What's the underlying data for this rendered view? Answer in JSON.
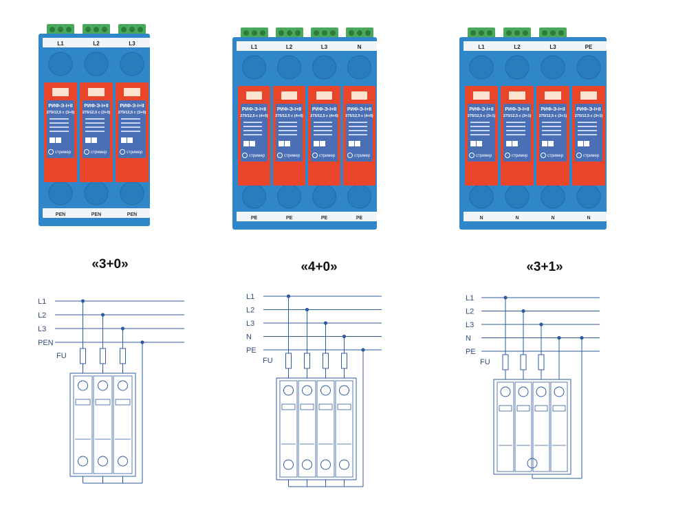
{
  "colors": {
    "body_blue": "#2f86c8",
    "module_red": "#e8452a",
    "terminal_green": "#4aa85a",
    "label_panel": "#4a6fb5",
    "schematic_line": "#2d5aa0"
  },
  "variants": [
    {
      "id": "3+0",
      "caption": "«3+0»",
      "top_labels": [
        "L1",
        "L2",
        "L3"
      ],
      "bottom_labels": [
        "PEN",
        "PEN",
        "PEN"
      ],
      "module_model": "РИФ-Э-I+II",
      "module_spec": "275/12,5 с (3+0)",
      "brand": "стример",
      "schematic": {
        "lines": [
          "L1",
          "L2",
          "L3",
          "PEN"
        ],
        "fuse_label": "FU",
        "poles": 3
      }
    },
    {
      "id": "4+0",
      "caption": "«4+0»",
      "top_labels": [
        "L1",
        "L2",
        "L3",
        "N"
      ],
      "bottom_labels": [
        "PE",
        "PE",
        "PE",
        "PE"
      ],
      "module_model": "РИФ-Э-I+II",
      "module_spec": "275/12,5 с (4+0)",
      "brand": "стример",
      "schematic": {
        "lines": [
          "L1",
          "L2",
          "L3",
          "N",
          "PE"
        ],
        "fuse_label": "FU",
        "poles": 4
      }
    },
    {
      "id": "3+1",
      "caption": "«3+1»",
      "top_labels": [
        "L1",
        "L2",
        "L3",
        "PE"
      ],
      "bottom_labels": [
        "N",
        "N",
        "N",
        "N"
      ],
      "module_model": "РИФ-Э-I+II",
      "module_spec": "275/12,5 с (3+1)",
      "brand": "стример",
      "schematic": {
        "lines": [
          "L1",
          "L2",
          "L3",
          "N",
          "PE"
        ],
        "fuse_label": "FU",
        "poles": 4
      }
    }
  ]
}
